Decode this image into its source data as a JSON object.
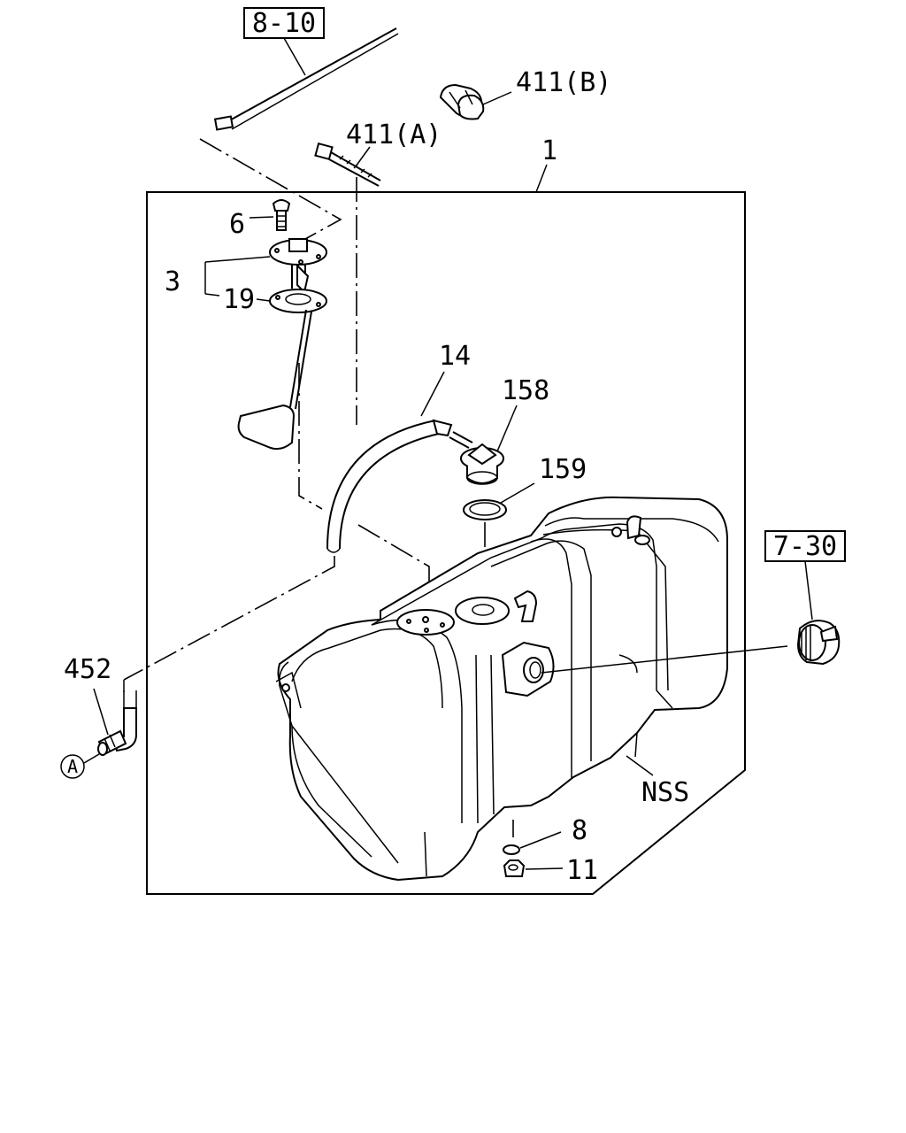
{
  "diagram": {
    "callouts": {
      "ref_8_10": "8-10",
      "ref_7_30": "7-30",
      "p411b": "411(B)",
      "p411a": "411(A)",
      "p1": "1",
      "p6": "6",
      "p3": "3",
      "p19": "19",
      "p14": "14",
      "p158": "158",
      "p159": "159",
      "p452": "452",
      "pA": "A",
      "pNSS": "NSS",
      "p8": "8",
      "p11": "11"
    }
  }
}
